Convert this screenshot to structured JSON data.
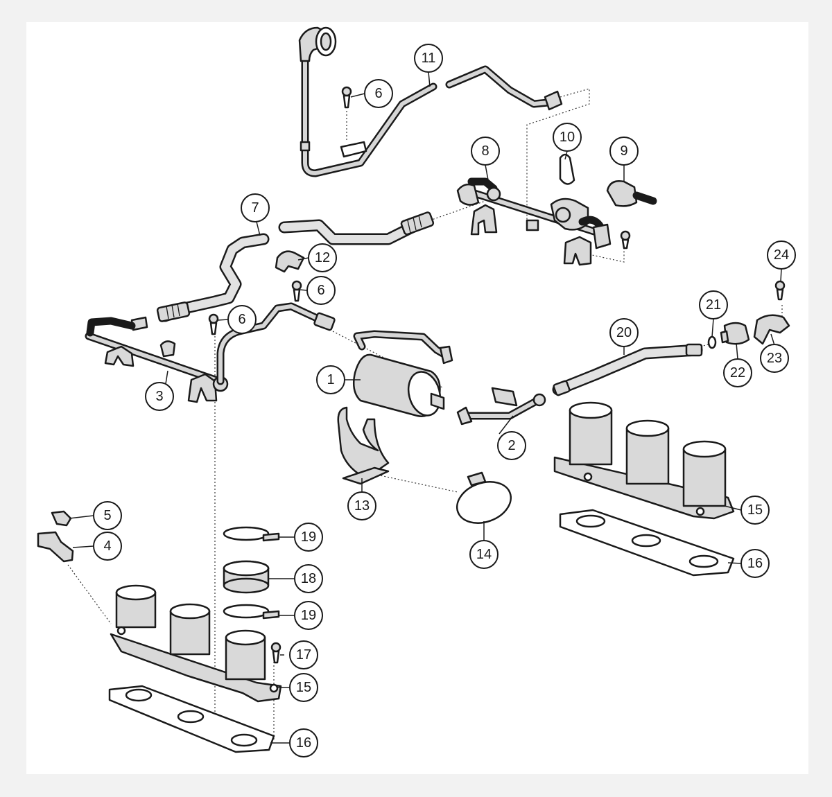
{
  "diagram": {
    "callouts": [
      {
        "id": "c1",
        "label": "1"
      },
      {
        "id": "c2",
        "label": "2"
      },
      {
        "id": "c3",
        "label": "3"
      },
      {
        "id": "c4",
        "label": "4"
      },
      {
        "id": "c5",
        "label": "5"
      },
      {
        "id": "c6a",
        "label": "6"
      },
      {
        "id": "c6b",
        "label": "6"
      },
      {
        "id": "c6c",
        "label": "6"
      },
      {
        "id": "c7",
        "label": "7"
      },
      {
        "id": "c8",
        "label": "8"
      },
      {
        "id": "c9",
        "label": "9"
      },
      {
        "id": "c10",
        "label": "10"
      },
      {
        "id": "c11",
        "label": "11"
      },
      {
        "id": "c12",
        "label": "12"
      },
      {
        "id": "c13",
        "label": "13"
      },
      {
        "id": "c14",
        "label": "14"
      },
      {
        "id": "c15a",
        "label": "15"
      },
      {
        "id": "c15b",
        "label": "15"
      },
      {
        "id": "c16a",
        "label": "16"
      },
      {
        "id": "c16b",
        "label": "16"
      },
      {
        "id": "c17",
        "label": "17"
      },
      {
        "id": "c18",
        "label": "18"
      },
      {
        "id": "c19a",
        "label": "19"
      },
      {
        "id": "c19b",
        "label": "19"
      },
      {
        "id": "c20",
        "label": "20"
      },
      {
        "id": "c21",
        "label": "21"
      },
      {
        "id": "c22",
        "label": "22"
      },
      {
        "id": "c23",
        "label": "23"
      },
      {
        "id": "c24",
        "label": "24"
      }
    ]
  }
}
